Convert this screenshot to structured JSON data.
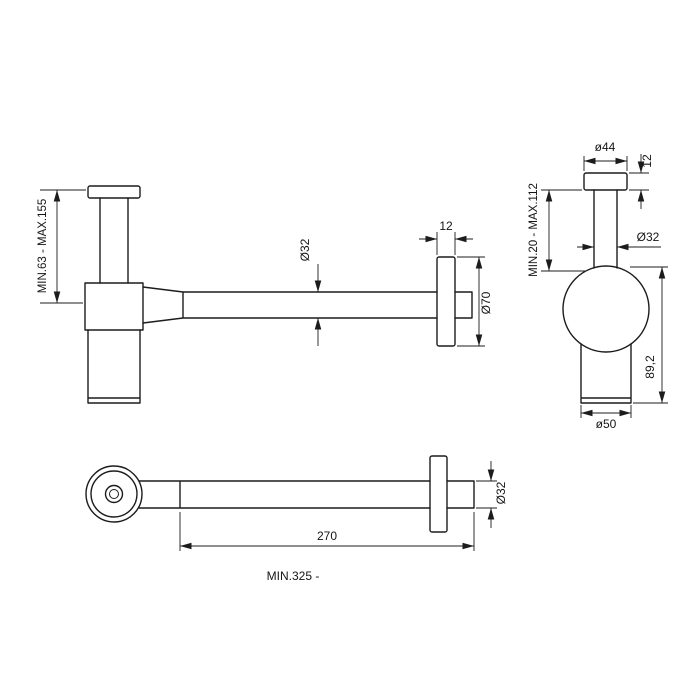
{
  "drawing": {
    "colors": {
      "background": "#ffffff",
      "line": "#1c1c1c"
    },
    "views": {
      "side_view": {
        "dims": {
          "inlet_height": "MIN.63 - MAX.155",
          "pipe_diameter": "Ø32",
          "flange_thickness": "12",
          "flange_diameter": "Ø70"
        }
      },
      "front_view": {
        "dims": {
          "top_flange_diameter": "ø44",
          "top_flange_thickness": "12",
          "inlet_height": "MIN.20 - MAX.112",
          "pipe_diameter": "Ø32",
          "body_height": "89,2",
          "body_diameter": "ø50"
        }
      },
      "plan_view": {
        "dims": {
          "pipe_diameter": "Ø32",
          "pipe_length": "270",
          "overall_length": "MIN.325 -"
        }
      }
    }
  }
}
